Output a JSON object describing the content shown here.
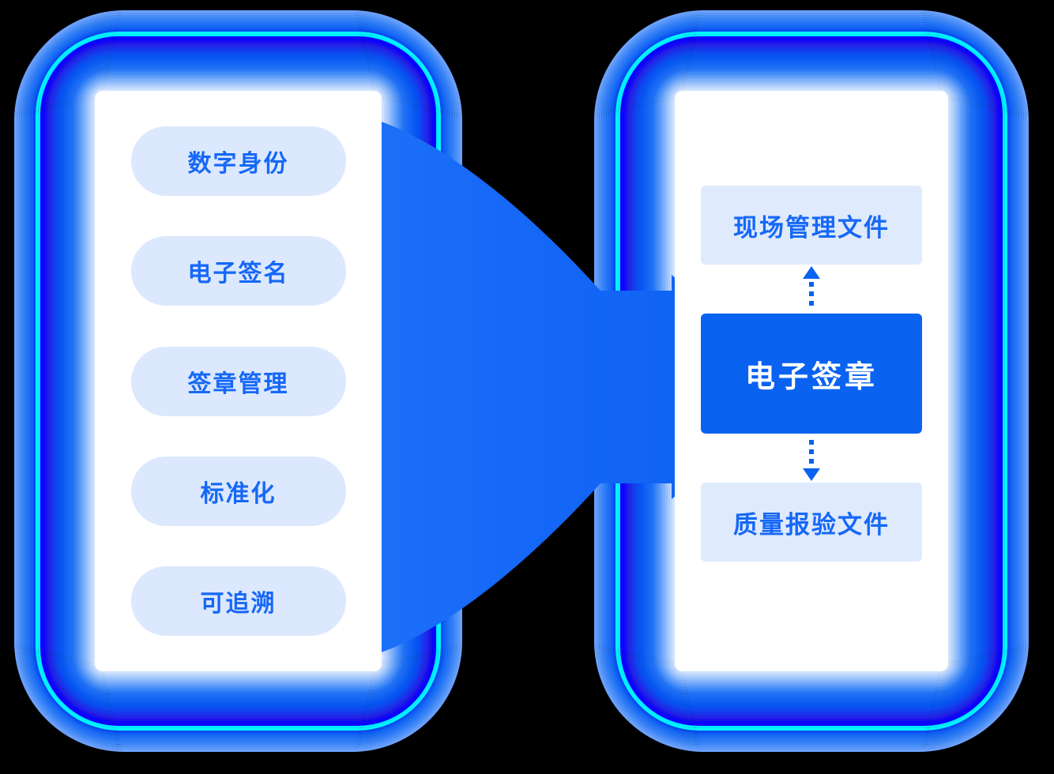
{
  "theme": {
    "background": "#000000",
    "card_bg": "#ffffff",
    "pill_bg": "#dce8fd",
    "pill_text": "#1668f7",
    "box_bg": "#dfeafc",
    "box_text": "#1668f7",
    "primary_bg": "#0a62f0",
    "primary_text": "#ffffff",
    "arrow_color": "#0a62f0",
    "funnel_color": "#1a6cf5",
    "glow_cyan": "#00f0ff",
    "glow_deep_blue": "#0b00ff",
    "glow_blue": "#1a6cf5"
  },
  "left_panel": {
    "name": "capability-list",
    "pills": [
      {
        "label": "数字身份"
      },
      {
        "label": "电子签名"
      },
      {
        "label": "签章管理"
      },
      {
        "label": "标准化"
      },
      {
        "label": "可追溯"
      }
    ]
  },
  "center": {
    "connector_name": "funnel-arrow",
    "arrow_tips": 2
  },
  "right_panel": {
    "name": "document-flow",
    "steps": [
      {
        "label": "现场管理文件",
        "kind": "document"
      },
      {
        "label": "电子签章",
        "kind": "primary"
      },
      {
        "label": "质量报验文件",
        "kind": "document"
      }
    ],
    "connectors": [
      {
        "direction": "up",
        "style": "dotted"
      },
      {
        "direction": "down",
        "style": "dotted"
      }
    ]
  }
}
